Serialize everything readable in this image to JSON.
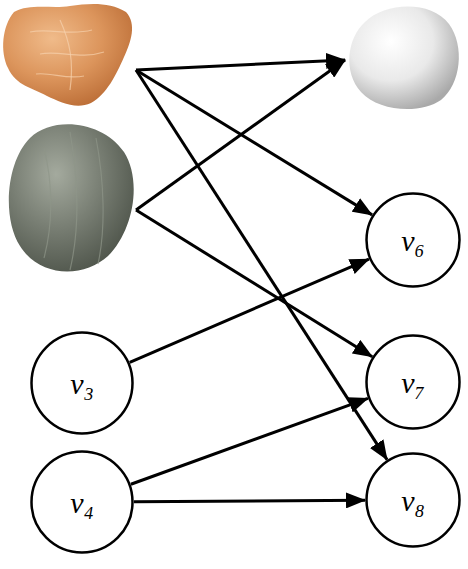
{
  "diagram": {
    "nodes": [
      {
        "text": []
      },
      {
        "text": []
      },
      {
        "text": []
      },
      {
        "text": [
          "v₆"
        ]
      },
      {
        "text": [
          "v₃"
        ]
      },
      {
        "text": [
          "v₇"
        ]
      },
      {
        "text": [
          "v₄"
        ]
      },
      {
        "text": [
          "v₈"
        ]
      }
    ],
    "edges": [
      {
        "from": 0,
        "to": 1,
        "arrow": "to"
      },
      {
        "from": 0,
        "to": 3,
        "arrow": "to"
      },
      {
        "from": 0,
        "to": 7,
        "arrow": "to"
      },
      {
        "from": 2,
        "to": 1,
        "arrow": "to"
      },
      {
        "from": 2,
        "to": 5,
        "arrow": "to"
      },
      {
        "from": 4,
        "to": 3,
        "arrow": "to"
      },
      {
        "from": 6,
        "to": 5,
        "arrow": "to"
      },
      {
        "from": 6,
        "to": 7,
        "arrow": "to"
      }
    ]
  }
}
